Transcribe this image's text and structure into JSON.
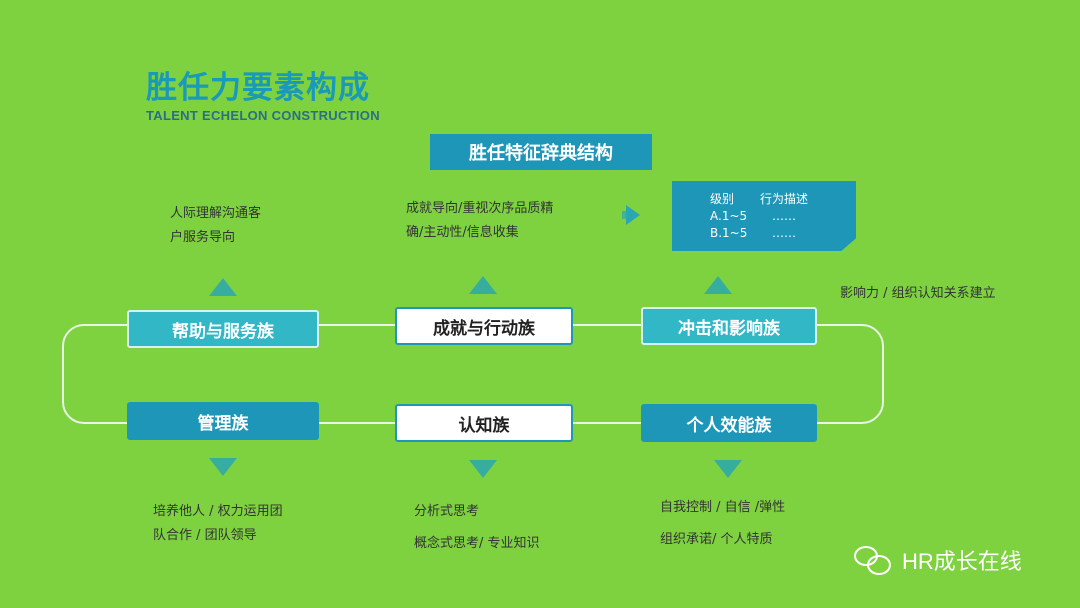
{
  "header": {
    "title": "胜任力要素构成",
    "subtitle": "TALENT ECHELON CONSTRUCTION",
    "dict_title": "胜任特征辞典结构"
  },
  "card": {
    "col1_header": "级别",
    "col2_header": "行为描述",
    "rows": [
      {
        "level": "A.1~5",
        "desc": "……"
      },
      {
        "level": "B.1~5",
        "desc": "……"
      }
    ]
  },
  "families_top": [
    {
      "label": "帮助与服务族",
      "desc1": "人际理解沟通客",
      "desc2": "户服务导向"
    },
    {
      "label": "成就与行动族",
      "desc1": "成就导向/重视次序品质精",
      "desc2": "确/主动性/信息收集"
    },
    {
      "label": "冲击和影响族",
      "desc1": "影响力 / 组织认知关系建立"
    }
  ],
  "families_bottom": [
    {
      "label": "管理族",
      "desc1": "培养他人 / 权力运用团",
      "desc2": "队合作 / 团队领导"
    },
    {
      "label": "认知族",
      "desc1": "分析式思考",
      "desc2": "概念式思考/ 专业知识"
    },
    {
      "label": "个人效能族",
      "desc1": "自我控制 / 自信 /弹性",
      "desc2": "组织承诺/ 个人特质"
    }
  ],
  "watermark": {
    "text": "HR成长在线",
    "icon": "wechat-icon"
  },
  "colors": {
    "background": "#7ed23f",
    "accent": "#1e96b8",
    "arrow": "#2aa7b2"
  }
}
